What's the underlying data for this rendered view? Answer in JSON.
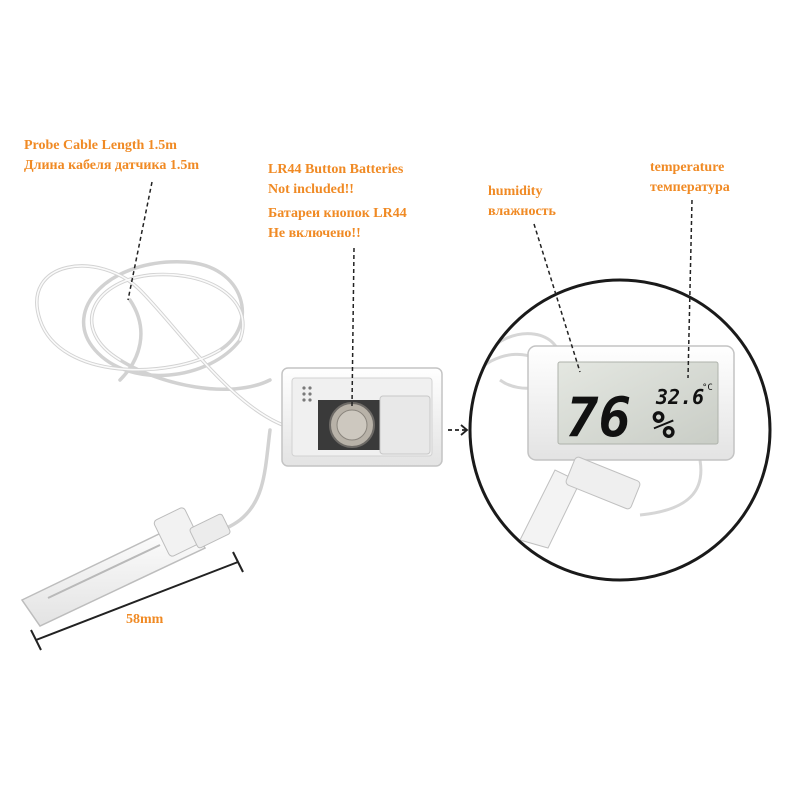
{
  "callouts": {
    "probe_cable": {
      "line1": "Probe Cable Length 1.5m",
      "line2": "Длина кабеля датчика 1.5m"
    },
    "batteries": {
      "line1": "LR44 Button Batteries",
      "line2": "Not included!!",
      "line3": "Батареи кнопок LR44",
      "line4": "Не включено!!"
    },
    "humidity": {
      "line1": "humidity",
      "line2": "влажность"
    },
    "temperature": {
      "line1": "temperature",
      "line2": "температура"
    },
    "probe_length": "58mm"
  },
  "display": {
    "humidity_value": "76",
    "humidity_unit": "%",
    "temperature_value": "32.6",
    "temperature_unit": "°C"
  },
  "colors": {
    "label": "#f08a24",
    "device": "#f4f4f4",
    "lcd": "#d9ddd6",
    "segments": "#111111"
  }
}
